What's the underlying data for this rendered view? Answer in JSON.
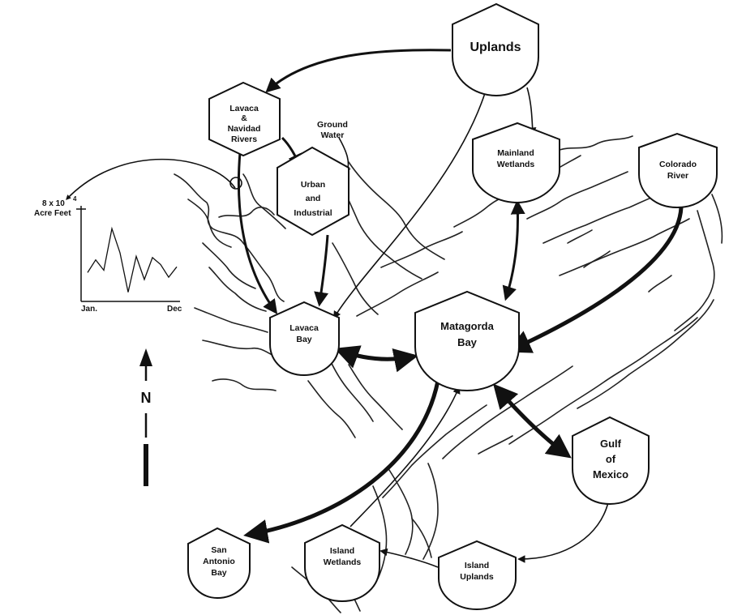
{
  "nodes": {
    "uplands": "Uplands",
    "lavaca_navidad": [
      "Lavaca",
      "&",
      "Navidad",
      "Rivers"
    ],
    "ground_water": [
      "Ground",
      "Water"
    ],
    "urban_industrial": [
      "Urban",
      "and",
      "Industrial"
    ],
    "mainland_wetlands": [
      "Mainland",
      "Wetlands"
    ],
    "colorado_river": [
      "Colorado",
      "River"
    ],
    "lavaca_bay": [
      "Lavaca",
      "Bay"
    ],
    "matagorda_bay": [
      "Matagorda",
      "Bay"
    ],
    "gulf_of_mexico": [
      "Gulf",
      "of",
      "Mexico"
    ],
    "san_antonio_bay": [
      "San",
      "Antonio",
      "Bay"
    ],
    "island_wetlands": [
      "Island",
      "Wetlands"
    ],
    "island_uplands": [
      "Island",
      "Uplands"
    ]
  },
  "inset": {
    "y_label_value": "8 x 10",
    "y_label_exp": "4",
    "y_label_unit": "Acre  Feet",
    "x_start": "Jan.",
    "x_end": "Dec"
  },
  "north_label": "N",
  "chart_data": {
    "type": "line",
    "x": [
      "Jan.",
      "",
      "",
      "",
      "",
      "",
      "",
      "",
      "",
      "",
      "",
      "Dec"
    ],
    "series": [
      {
        "values": [
          2.5,
          3.6,
          2.7,
          6.3,
          4.2,
          0.8,
          3.9,
          1.9,
          3.8,
          3.2,
          2.1,
          3.0
        ]
      }
    ],
    "ylabel": "8 x 10^4 Acre Feet",
    "ylim": [
      0,
      8
    ],
    "xlabel": ""
  },
  "colors": {
    "ink": "#111111",
    "paper": "#ffffff"
  }
}
